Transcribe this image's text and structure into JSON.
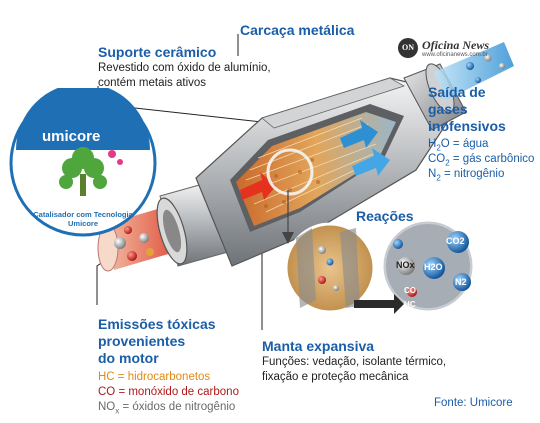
{
  "watermark": {
    "initials": "ON",
    "name": "Oficina News",
    "url": "www.oficinanews.com.br"
  },
  "badge": {
    "brand": "umicore",
    "ring_text": "Catalisador com Tecnologia Umicore"
  },
  "labels": {
    "carcaca": {
      "title": "Carcaça metálica"
    },
    "suporte": {
      "title": "Suporte cerâmico",
      "line1": "Revestido com óxido de alumínio,",
      "line2": "contém metais ativos"
    },
    "saida": {
      "title_line1": "Saída de",
      "title_line2": "gases",
      "title_line3": "inofensivos",
      "h2o_formula_a": "H",
      "h2o_formula_sub": "2",
      "h2o_formula_b": "O",
      "h2o_text": " = água",
      "co2_formula_a": "CO",
      "co2_formula_sub": "2",
      "co2_text": " = gás carbônico",
      "n2_formula_a": "N",
      "n2_formula_sub": "2",
      "n2_text": " = nitrogênio"
    },
    "reacoes": {
      "title": "Reações"
    },
    "emissoes": {
      "title_line1": "Emissões tóxicas",
      "title_line2": "provenientes",
      "title_line3": "do motor",
      "hc_text": "HC = hidrocarbonetos",
      "co_text": "CO = monóxido de carbono",
      "nox_formula_a": "NO",
      "nox_formula_sub": "x",
      "nox_text": " = óxidos de nitrogênio"
    },
    "manta": {
      "title": "Manta expansiva",
      "line1": "Funções: vedação, isolante térmico,",
      "line2": "fixação e proteção mecânica"
    },
    "fonte": {
      "text": "Fonte: Umicore"
    }
  },
  "molecules": {
    "co2": "CO2",
    "h2o": "H2O",
    "n2": "N2",
    "nox": "NOx",
    "co": "CO",
    "hc": "HC"
  },
  "colors": {
    "title_blue": "#1a5ea8",
    "hc": "#e08a12",
    "co": "#b01818",
    "nox": "#6a6a6a"
  }
}
